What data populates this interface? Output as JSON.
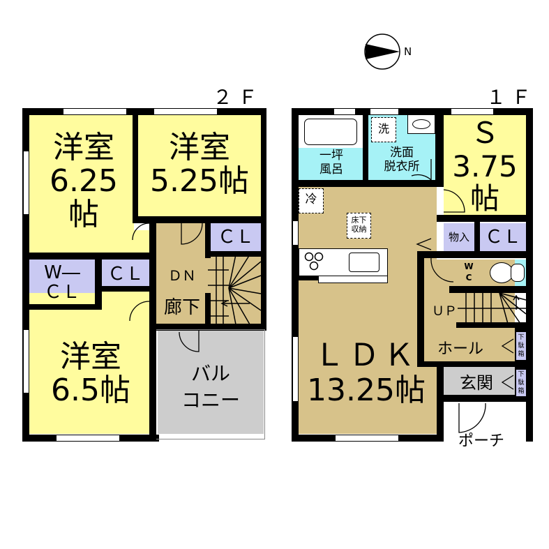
{
  "compass": {
    "label": "N",
    "icon": "north-arrow-icon"
  },
  "floors": {
    "second": {
      "label": "２Ｆ",
      "rooms": {
        "western1": {
          "name": "洋室",
          "size": "6.25",
          "unit": "帖"
        },
        "western2": {
          "name": "洋室",
          "size": "5.25帖"
        },
        "wcl": {
          "line1": "W―",
          "line2": "ＣＬ"
        },
        "cl1": {
          "label": "ＣＬ"
        },
        "cl2": {
          "label": "ＣＬ"
        },
        "hall": {
          "dn": "ＤＮ",
          "name": "廊下"
        },
        "western3": {
          "name": "洋室",
          "size": "6.5帖"
        },
        "balcony": {
          "line1": "バル",
          "line2": "コニー"
        }
      }
    },
    "first": {
      "label": "１Ｆ",
      "rooms": {
        "bath": {
          "line1": "一坪",
          "line2": "風呂"
        },
        "washer": {
          "label": "洗"
        },
        "washroom": {
          "line1": "洗面",
          "line2": "脱衣所"
        },
        "storage_s": {
          "name": "Ｓ",
          "size": "3.75",
          "unit": "帖"
        },
        "fridge": {
          "label": "冷"
        },
        "underfloor": {
          "line1": "床下",
          "line2": "収納"
        },
        "storeroom": {
          "label": "物入"
        },
        "cl": {
          "label": "ＣＬ"
        },
        "wc": {
          "line1": "W",
          "line2": "C"
        },
        "up": {
          "label": "ＵＰ"
        },
        "ldk": {
          "name": "ＬＤＫ",
          "size": "13.25帖"
        },
        "hall": {
          "label": "ホール"
        },
        "shoebox1": {
          "label": "下駄箱"
        },
        "shoebox2": {
          "label": "下駄箱"
        },
        "entrance": {
          "label": "玄関"
        },
        "porch": {
          "label": "ポーチ"
        }
      }
    }
  },
  "colors": {
    "bedroom": "#fffc9e",
    "ldk": "#d7c28a",
    "closet": "#c9c9f2",
    "wet": "#a6f2f6",
    "balcony": "#cdcdcd",
    "wall": "#000000"
  }
}
